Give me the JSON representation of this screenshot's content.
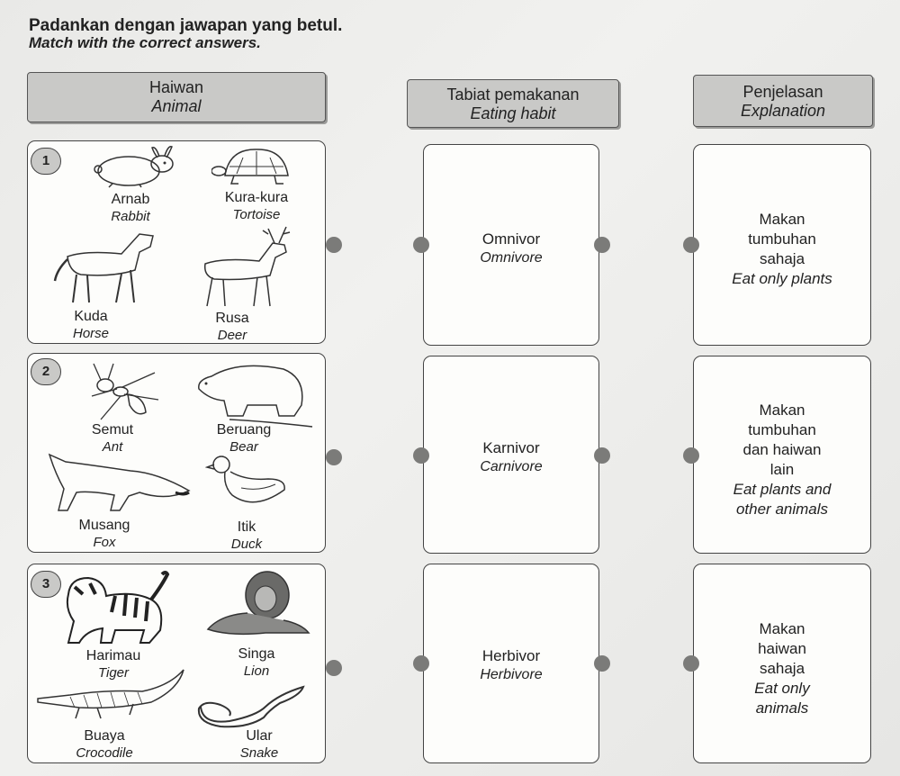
{
  "instructions": {
    "malay": "Padankan dengan jawapan yang betul.",
    "english": "Match with the correct answers."
  },
  "headers": {
    "animal": {
      "malay": "Haiwan",
      "english": "Animal"
    },
    "eating_habit": {
      "malay": "Tabiat pemakanan",
      "english": "Eating habit"
    },
    "explanation": {
      "malay": "Penjelasan",
      "english": "Explanation"
    }
  },
  "groups": [
    {
      "number": "1",
      "animals": [
        {
          "malay": "Arnab",
          "english": "Rabbit",
          "icon": "rabbit-icon"
        },
        {
          "malay": "Kura-kura",
          "english": "Tortoise",
          "icon": "tortoise-icon"
        },
        {
          "malay": "Kuda",
          "english": "Horse",
          "icon": "horse-icon"
        },
        {
          "malay": "Rusa",
          "english": "Deer",
          "icon": "deer-icon"
        }
      ]
    },
    {
      "number": "2",
      "animals": [
        {
          "malay": "Semut",
          "english": "Ant",
          "icon": "ant-icon"
        },
        {
          "malay": "Beruang",
          "english": "Bear",
          "icon": "bear-icon"
        },
        {
          "malay": "Musang",
          "english": "Fox",
          "icon": "fox-icon"
        },
        {
          "malay": "Itik",
          "english": "Duck",
          "icon": "duck-icon"
        }
      ]
    },
    {
      "number": "3",
      "animals": [
        {
          "malay": "Harimau",
          "english": "Tiger",
          "icon": "tiger-icon"
        },
        {
          "malay": "Singa",
          "english": "Lion",
          "icon": "lion-icon"
        },
        {
          "malay": "Buaya",
          "english": "Crocodile",
          "icon": "crocodile-icon"
        },
        {
          "malay": "Ular",
          "english": "Snake",
          "icon": "snake-icon"
        }
      ]
    }
  ],
  "eating_habits": [
    {
      "malay": "Omnivor",
      "english": "Omnivore"
    },
    {
      "malay": "Karnivor",
      "english": "Carnivore"
    },
    {
      "malay": "Herbivor",
      "english": "Herbivore"
    }
  ],
  "explanations": [
    {
      "malay": [
        "Makan",
        "tumbuhan",
        "sahaja"
      ],
      "english": [
        "Eat only plants"
      ]
    },
    {
      "malay": [
        "Makan",
        "tumbuhan",
        "dan haiwan",
        "lain"
      ],
      "english": [
        "Eat plants and",
        "other animals"
      ]
    },
    {
      "malay": [
        "Makan",
        "haiwan",
        "sahaja"
      ],
      "english": [
        "Eat only",
        "animals"
      ]
    }
  ]
}
